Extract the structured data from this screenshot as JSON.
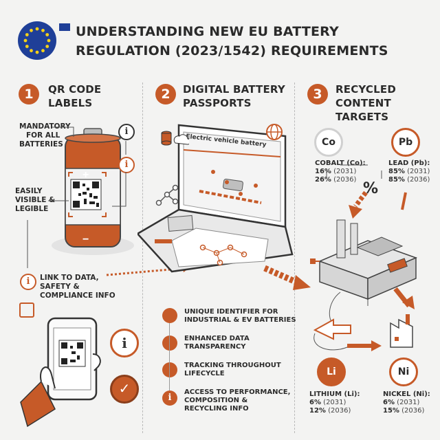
{
  "header": {
    "title_line1": "UNDERSTANDING NEW EU BATTERY",
    "title_line2": "REGULATION (2023/1542) REQUIREMENTS"
  },
  "sections": [
    {
      "number": "1",
      "title_line1": "QR CODE",
      "title_line2": "LABELS"
    },
    {
      "number": "2",
      "title_line1": "DIGITAL BATTERY",
      "title_line2": "PASSPORTS"
    },
    {
      "number": "3",
      "title_line1": "RECYCLED",
      "title_line2": "CONTENT",
      "title_line3": "TARGETS"
    }
  ],
  "qr_section": {
    "mandatory_line1": "MANDATORY",
    "mandatory_line2": "FOR ALL",
    "mandatory_line3": "BATTERIES",
    "visible_line1": "EASILY",
    "visible_line2": "VISIBLE &",
    "visible_line3": "LEGIBLE",
    "link_line1": "LINK TO DATA,",
    "link_line2": "SAFETY &",
    "link_line3": "COMPLIANCE INFO",
    "battery_plus": "+",
    "battery_minus": "−"
  },
  "passport_section": {
    "screen_label": "Electric vehicle battery",
    "features": [
      {
        "line1": "UNIQUE IDENTIFIER FOR",
        "line2": "INDUSTRIAL & EV BATTERIES",
        "icon": "cloud-icon"
      },
      {
        "line1": "ENHANCED DATA",
        "line2": "TRANSPARENCY",
        "icon": "network-icon"
      },
      {
        "line1": "TRACKING THROUGHOUT",
        "line2": "LIFECYCLE",
        "icon": "globe-icon"
      },
      {
        "line1": "ACCESS TO PERFORMANCE,",
        "line2": "COMPOSITION &",
        "line3": "RECYCLING INFO",
        "icon": "info-icon"
      }
    ]
  },
  "recycling_section": {
    "percent_symbol": "%",
    "materials": [
      {
        "symbol": "Co",
        "name": "COBALT (Co):",
        "v1": "16%",
        "y1": "(2031)",
        "v2": "26%",
        "y2": "(2036)"
      },
      {
        "symbol": "Pb",
        "name": "LEAD (Pb):",
        "v1": "85%",
        "y1": "(2031)",
        "v2": "85%",
        "y2": "(2036)"
      },
      {
        "symbol": "Li",
        "name": "LITHIUM (Li):",
        "v1": "6%",
        "y1": "(2031)",
        "v2": "12%",
        "y2": "(2036)"
      },
      {
        "symbol": "Ni",
        "name": "NICKEL (Ni):",
        "v1": "6%",
        "y1": "(2031)",
        "v2": "15%",
        "y2": "(2036)"
      }
    ]
  },
  "colors": {
    "accent": "#c65a28",
    "eu_blue": "#1f3f98",
    "eu_star": "#f7d117",
    "dark": "#2b2b2b"
  }
}
